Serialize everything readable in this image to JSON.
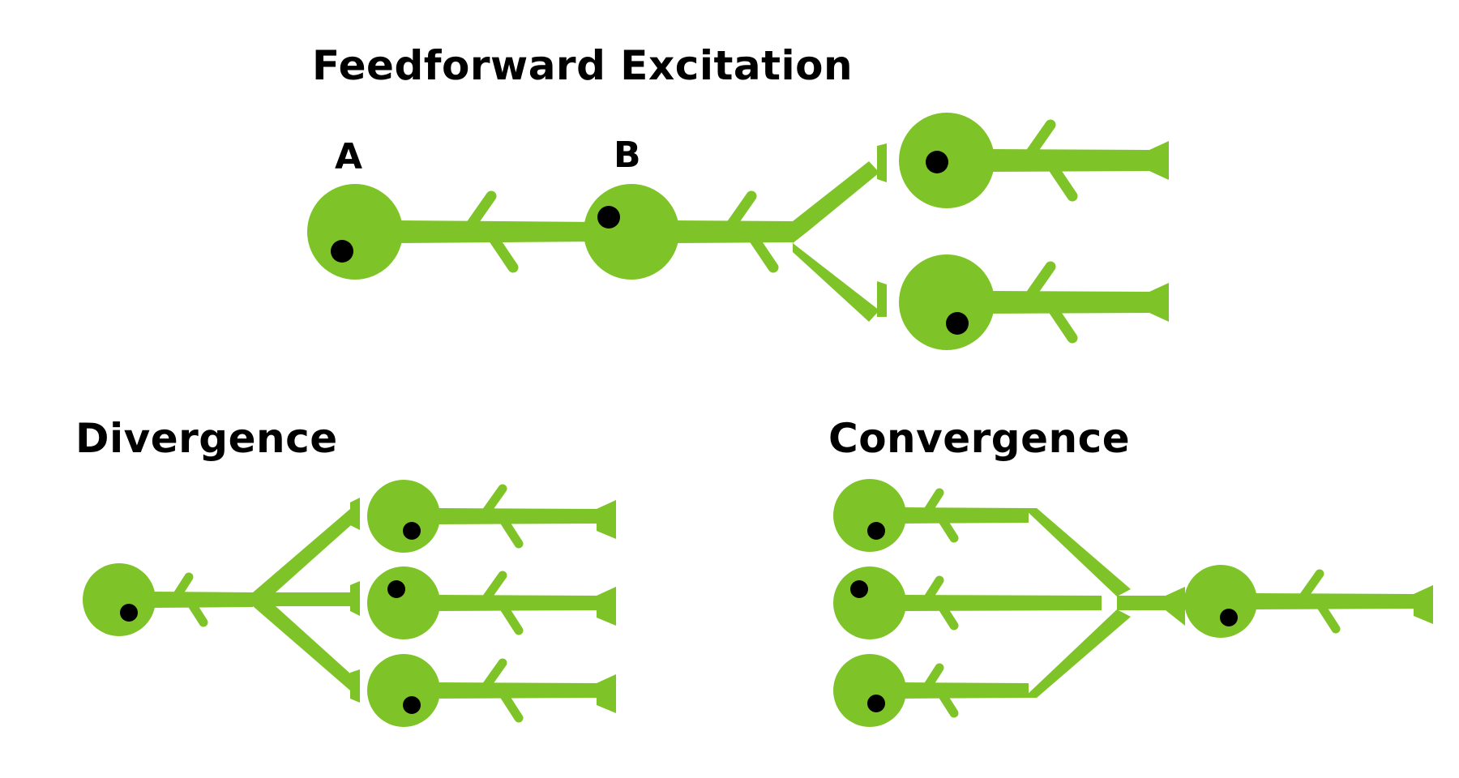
{
  "colors": {
    "neuron": "#7ec328",
    "nucleus": "#000000",
    "text": "#000000",
    "background": "#ffffff"
  },
  "feedforward": {
    "title": "Feedforward Excitation",
    "label_a": "A",
    "label_b": "B"
  },
  "divergence": {
    "title": "Divergence"
  },
  "convergence": {
    "title": "Convergence"
  }
}
